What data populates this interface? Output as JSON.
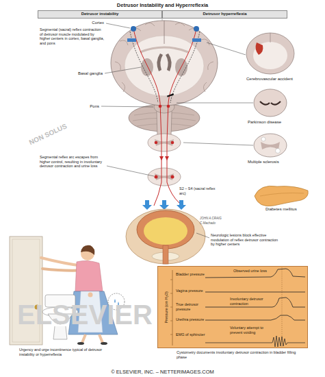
{
  "diagram": {
    "title": "Detrusor Instability and Hyperreflexia",
    "nodes": [
      {
        "text": [
          "Detrusor instability"
        ]
      },
      {
        "text": [
          "Detrusor hyperreflexia"
        ]
      },
      {
        "text": [
          "Bladder pressure",
          "Observed urine loss",
          "Vagina pressure",
          "True detrusor pressure",
          "Involuntary detrusor contraction",
          "Urethra pressure",
          "EMG of sphincter",
          "Voluntary attempt to prevent voiding",
          "Pressure (cm H₂O)"
        ]
      }
    ],
    "labels": [
      "Cortex",
      "Segmental (sacral) reflex contraction of detrusor muscle modulated by higher centers in cortex, basal ganglia, and pons",
      "Basal ganglia",
      "Pons",
      "Cerebrovascular accident",
      "Parkinson disease",
      "Multiple sclerosis",
      "NON SOLUS",
      "Segmental reflex arc escapes from higher control, resulting in involuntary detrusor contraction and urine loss",
      "S2 – S4 (sacral reflex arc)",
      "Diabetes mellitus",
      "JOHN A.CRAIG",
      "C.Machado",
      "Neurologic lesions block effective modulation of reflex detrusor contraction by higher centers",
      "ELSEVIER",
      "Urgency and urge incontinence typical of detrusor instability or hyperreflexia",
      "Cystometry documents involuntary detrusor contraction in bladder filling phase",
      "© ELSEVIER, INC. – NETTERIMAGES.COM"
    ]
  }
}
